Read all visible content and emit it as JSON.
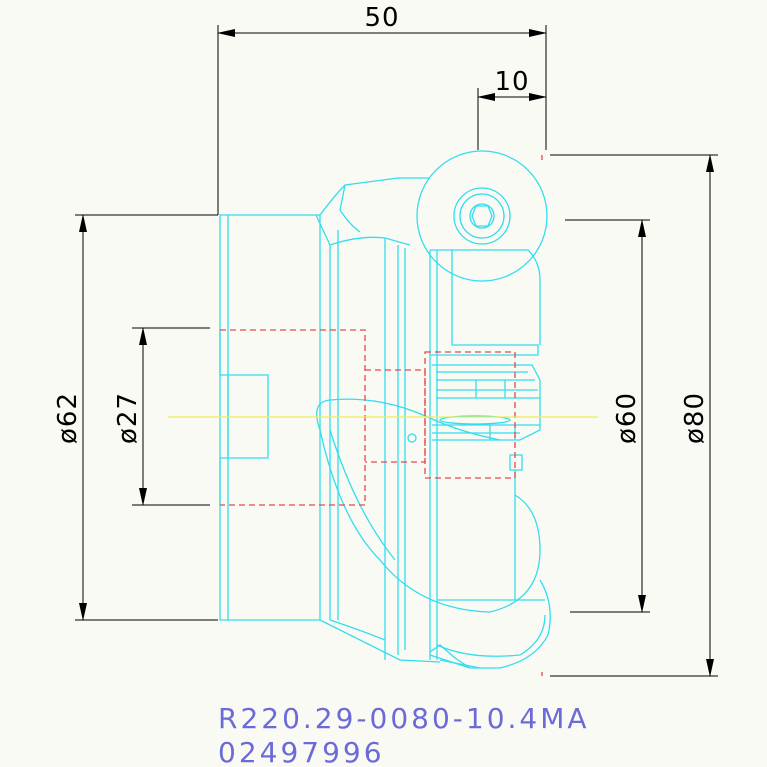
{
  "drawing": {
    "dimensions": {
      "overall_length": "50",
      "cutter_offset": "10",
      "body_diameter": "ø62",
      "bore_diameter": "ø27",
      "inner_diameter": "ø60",
      "cutting_diameter": "ø80"
    },
    "part_number": "R220.29-0080-10.4MA",
    "item_code": "02497996"
  },
  "colors": {
    "background": "#fafaf5",
    "outline": "#33ddee",
    "hidden_line": "#e8474a",
    "centerline": "#f0ea5a",
    "dimension": "#000000",
    "text": "#6b6bd8"
  }
}
